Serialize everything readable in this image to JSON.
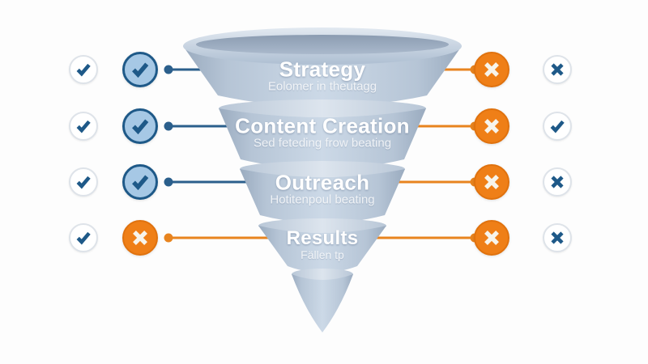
{
  "funnel": {
    "stages": [
      {
        "label": "Strategy",
        "sublabel": "Eolomer in theutagg"
      },
      {
        "label": "Content Creation",
        "sublabel": "Sed feteding frow beating"
      },
      {
        "label": "Outreach",
        "sublabel": "Hotitenpoul beating"
      },
      {
        "label": "Results",
        "sublabel": "Fällen tp"
      }
    ]
  },
  "status_rows": [
    {
      "stage": "Strategy",
      "left_icons": [
        "check-blue-outline",
        "check-blue-filled"
      ],
      "right_icons": [
        "x-orange-filled",
        "x-blue-outline"
      ],
      "left_connector": "blue",
      "right_connector": "orange"
    },
    {
      "stage": "Content Creation",
      "left_icons": [
        "check-blue-outline",
        "check-blue-filled"
      ],
      "right_icons": [
        "x-orange-filled",
        "check-blue-outline"
      ],
      "left_connector": "blue",
      "right_connector": "orange"
    },
    {
      "stage": "Outreach",
      "left_icons": [
        "check-blue-outline",
        "check-blue-filled"
      ],
      "right_icons": [
        "x-orange-filled",
        "x-blue-outline"
      ],
      "left_connector": "blue",
      "right_connector": "orange"
    },
    {
      "stage": "Results",
      "left_icons": [
        "check-blue-outline",
        "x-orange-filled"
      ],
      "right_icons": [
        "x-orange-filled",
        "x-blue-outline"
      ],
      "left_connector": "orange",
      "right_connector": "orange"
    }
  ],
  "colors": {
    "dark_blue": "#1e5988",
    "light_blue_fill": "#a6c8e5",
    "orange": "#ef7f17",
    "connector_blue": "#2b5f8c",
    "connector_orange": "#e8841f",
    "funnel_body_mid": "#ccd9e7",
    "funnel_body_edge": "#9aabbf",
    "background": "#fdfdfd"
  }
}
